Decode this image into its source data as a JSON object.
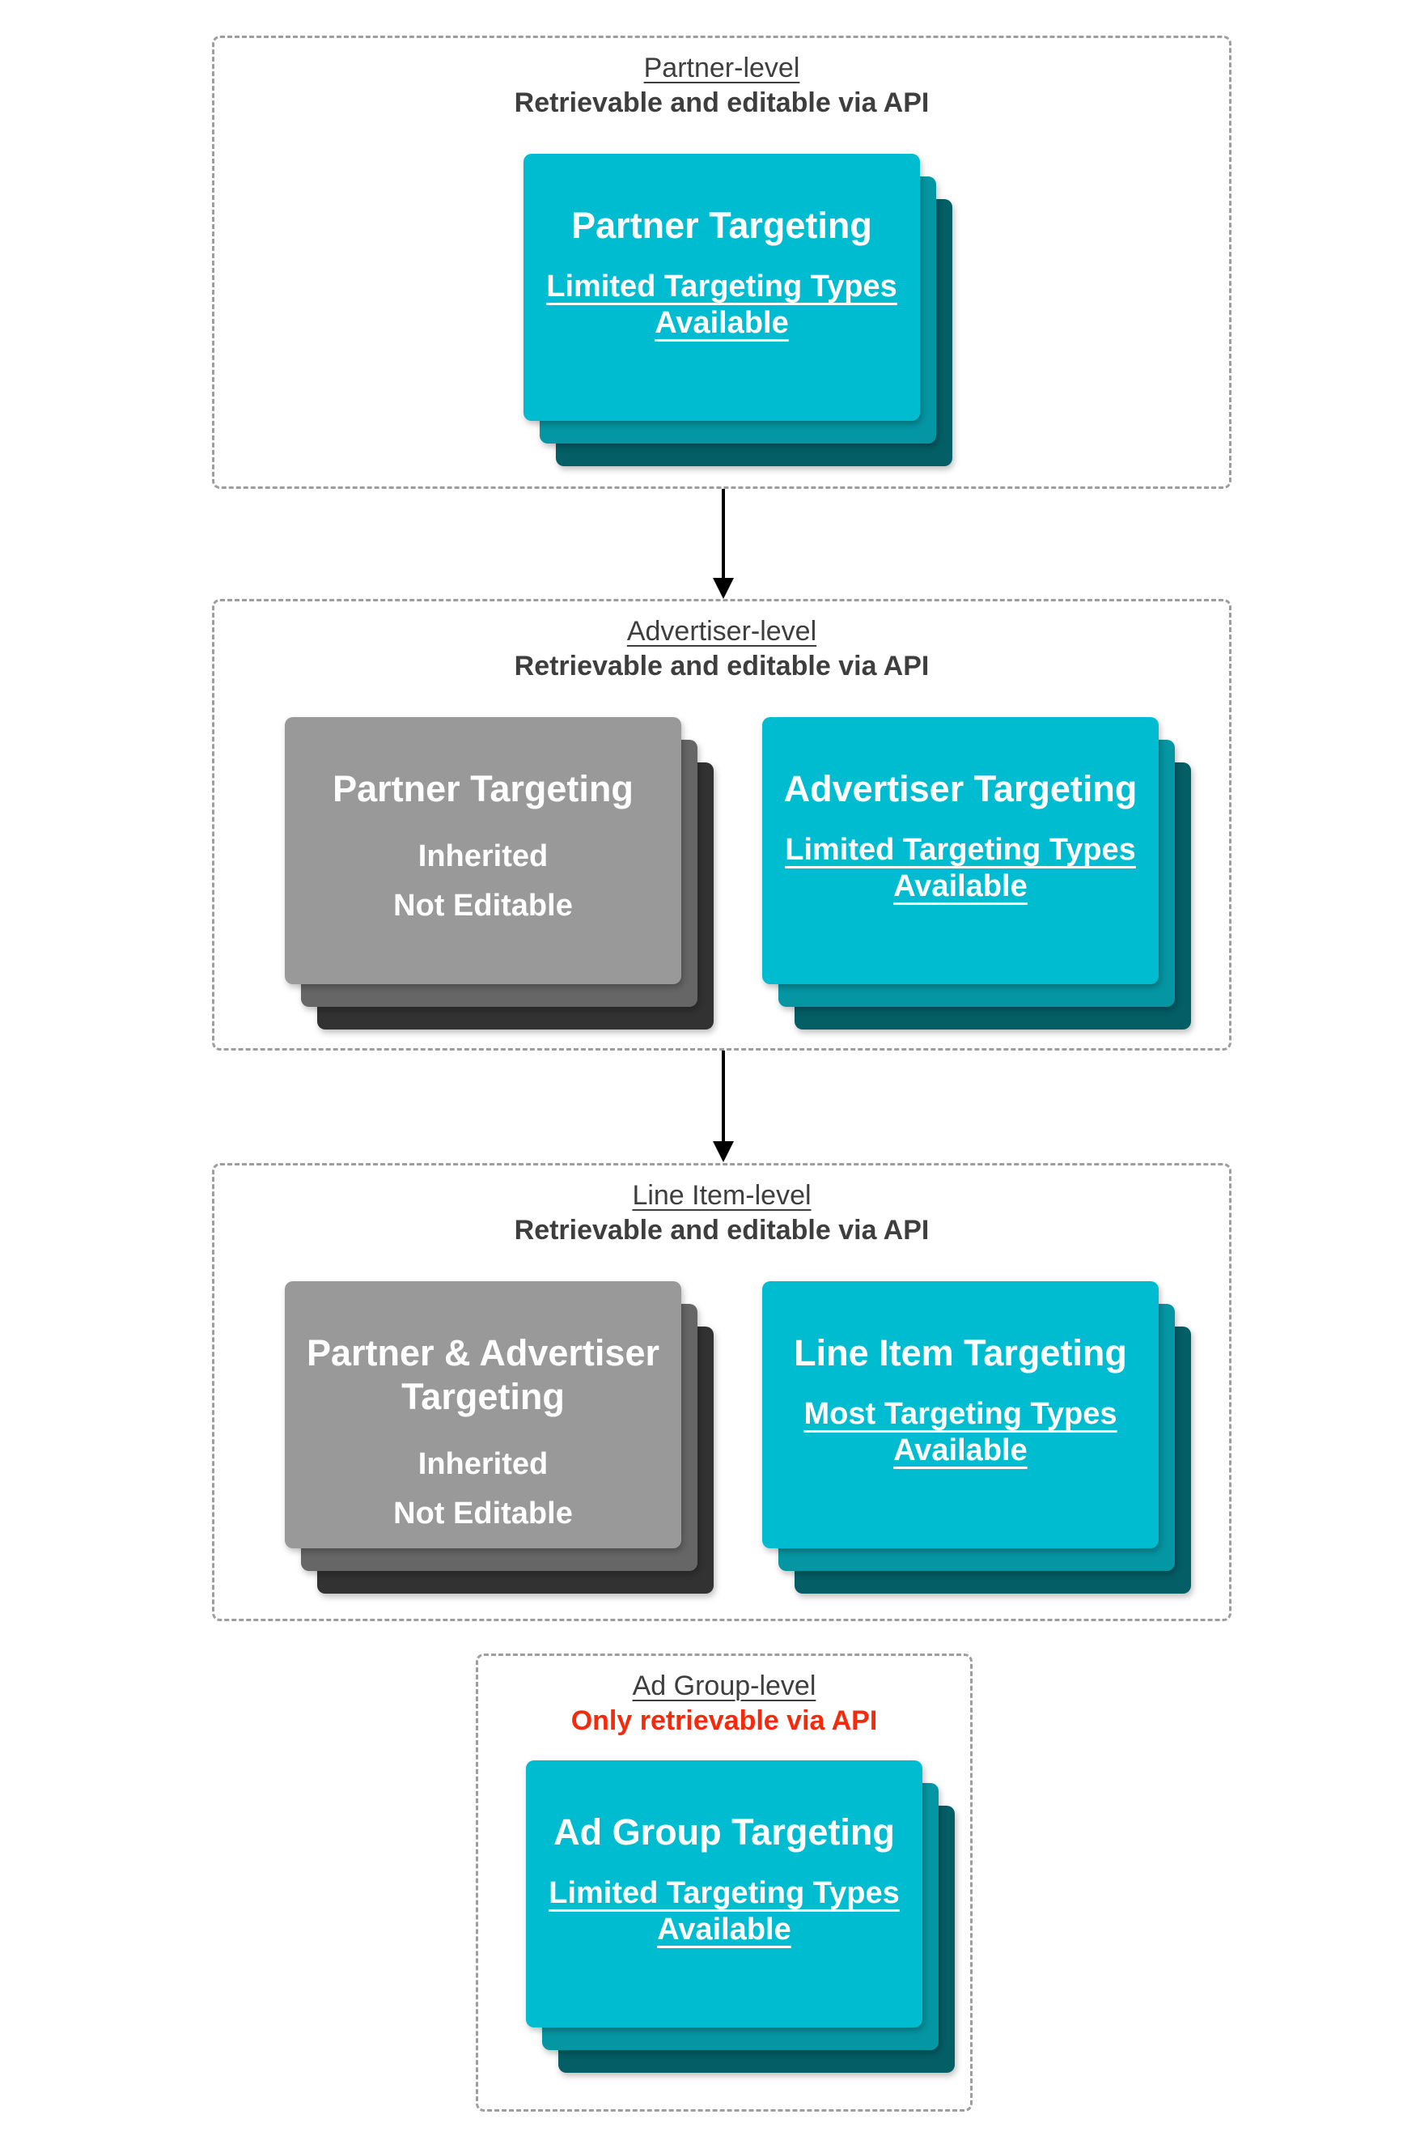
{
  "colors": {
    "teal_front": "#00BCD0",
    "teal_mid": "#0596A3",
    "teal_back": "#045E66",
    "gray_front": "#999999",
    "gray_mid": "#666666",
    "gray_back": "#323232",
    "heading": "#3E3E3E",
    "warning_red": "#F42A0C",
    "border": "#9E9E9E",
    "arrow": "#000000"
  },
  "sections": [
    {
      "title": "Partner-level",
      "subtitle": "Retrievable and editable via API",
      "cards": [
        {
          "title": "Partner Targeting",
          "subtitle": "Limited Targeting Types Available"
        }
      ]
    },
    {
      "title": "Advertiser-level",
      "subtitle": "Retrievable and editable via API",
      "cards": [
        {
          "title": "Partner Targeting",
          "lines": [
            "Inherited",
            "Not Editable"
          ]
        },
        {
          "title": "Advertiser Targeting",
          "subtitle": "Limited Targeting Types Available"
        }
      ]
    },
    {
      "title": "Line Item-level",
      "subtitle": "Retrievable and editable via API",
      "cards": [
        {
          "title": "Partner & Advertiser Targeting",
          "lines": [
            "Inherited",
            "Not Editable"
          ]
        },
        {
          "title": "Line Item Targeting",
          "subtitle": "Most Targeting Types Available"
        }
      ]
    },
    {
      "title": "Ad Group-level",
      "subtitle": "Only retrievable via API",
      "cards": [
        {
          "title": "Ad Group Targeting",
          "subtitle": "Limited Targeting Types Available"
        }
      ]
    }
  ]
}
